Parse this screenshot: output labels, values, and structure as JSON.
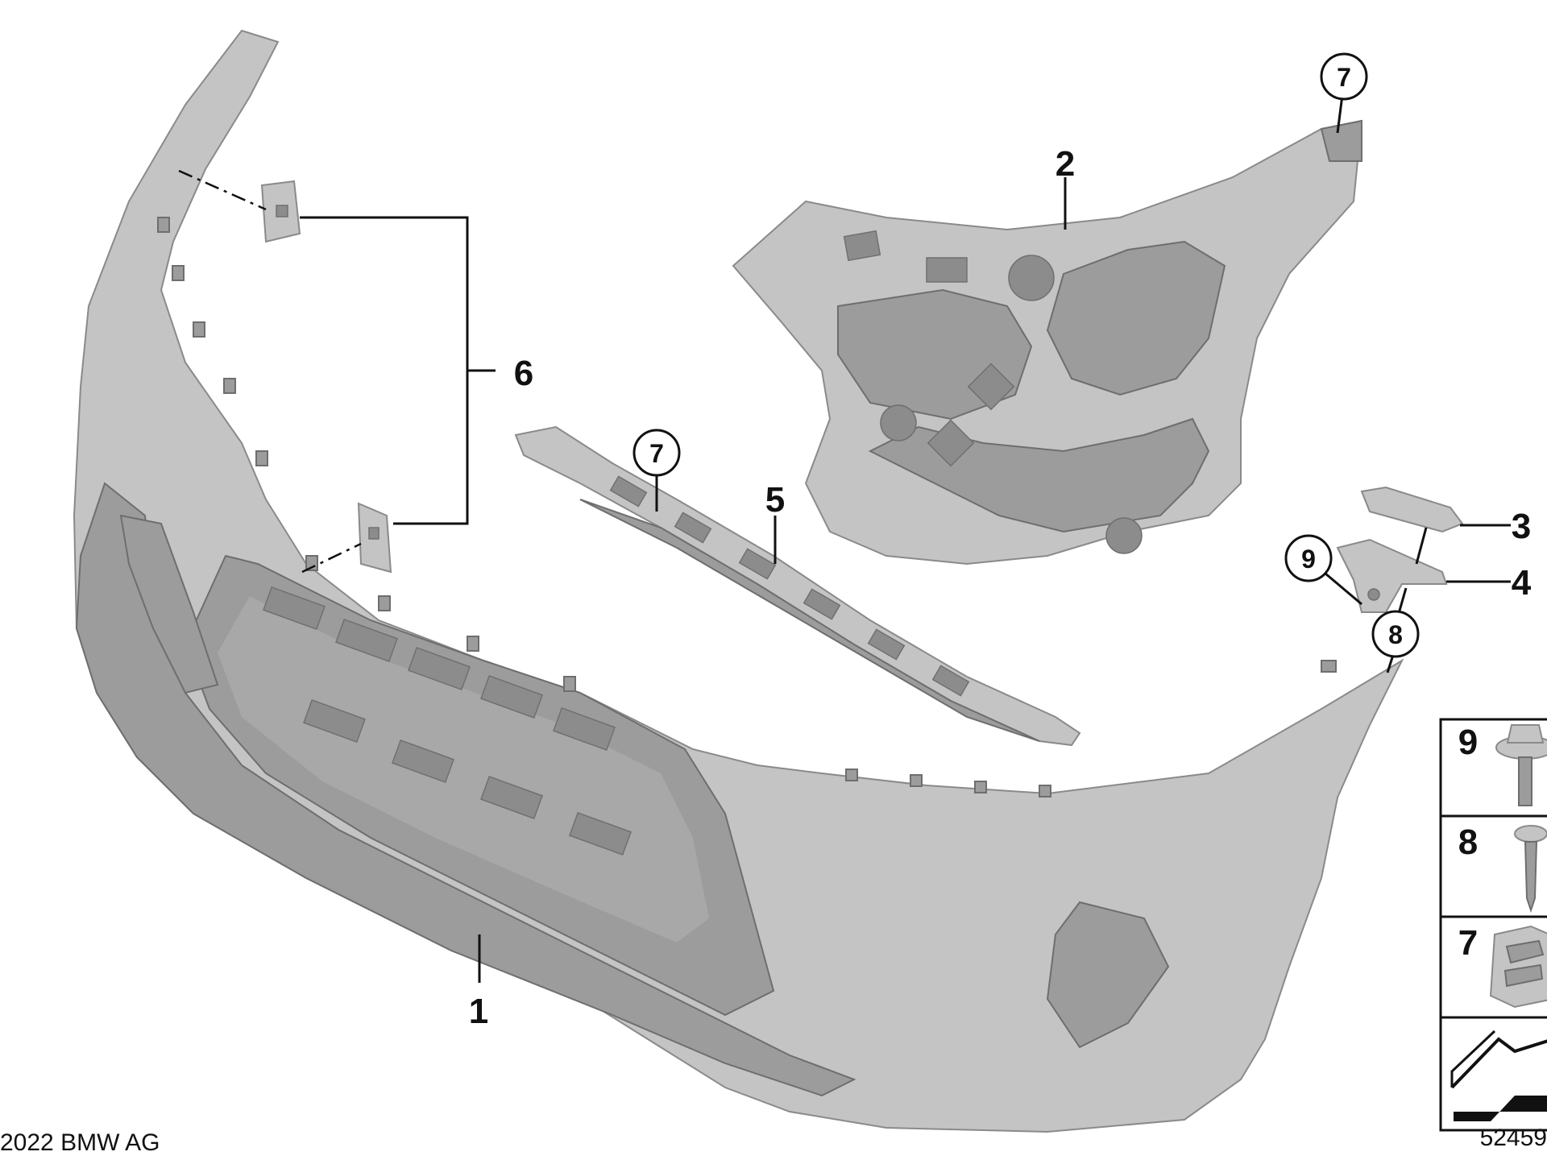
{
  "labels": {
    "part1": "1",
    "part2": "2",
    "part3": "3",
    "part4": "4",
    "part5": "5",
    "part6": "6",
    "part7_a": "7",
    "part7_b": "7",
    "part8": "8",
    "part9": "9"
  },
  "legend": {
    "row9": "9",
    "row8": "8",
    "row7": "7"
  },
  "footer": {
    "copyright": "2022 BMW AG",
    "diagram_number": "52459"
  }
}
